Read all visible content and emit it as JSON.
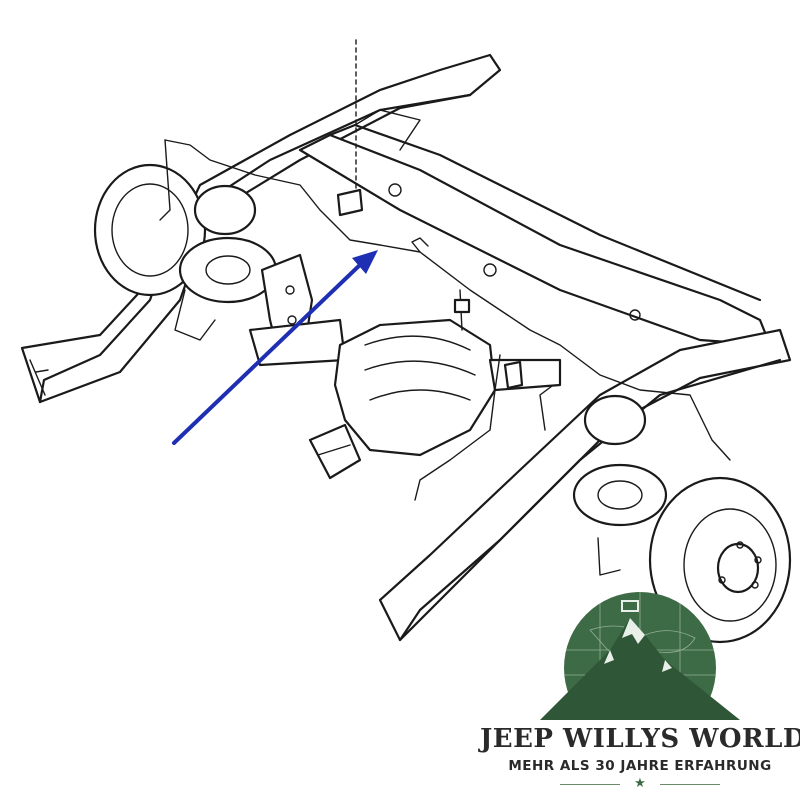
{
  "brand": {
    "name": "JEEP WILLYS WORLD",
    "tagline": "MEHR ALS 30 JAHRE ERFAHRUNG",
    "logo_color": "#3d6b45",
    "star_icon": "★"
  },
  "diagram": {
    "subject": "vehicle-frame-rear-axle",
    "arrow_color": "#1f2fb3"
  }
}
